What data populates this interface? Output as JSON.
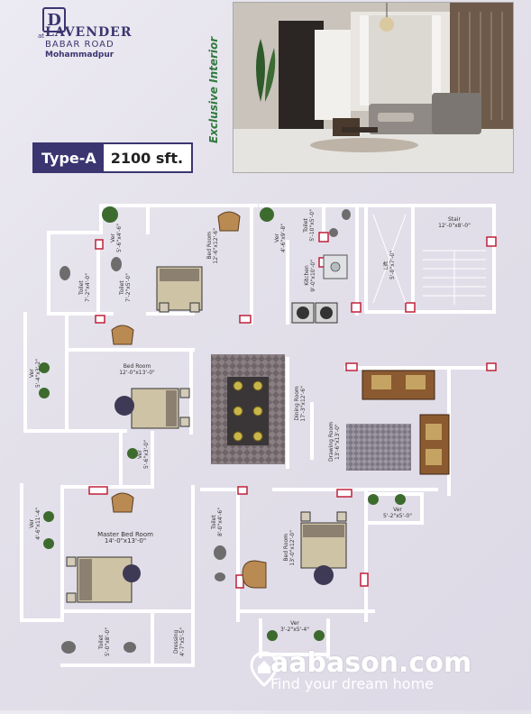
{
  "brand": {
    "logo_letter": "D",
    "name": "LAVENDER",
    "at": "at",
    "road": "BABAR ROAD",
    "area": "Mohammadpur",
    "tagline": "Exclusive Interior"
  },
  "badge": {
    "type": "Type-A",
    "area": "2100 sft."
  },
  "rooms": {
    "ver1": {
      "name": "Ver",
      "size": "5'-6\"x4'-6\""
    },
    "toilet_a": {
      "name": "Toilet",
      "size": "7'-2\"x4'-0\""
    },
    "toilet_b": {
      "name": "Toilet",
      "size": "7'-2\"x5'-0\""
    },
    "bed_top": {
      "name": "Bed Room",
      "size": "12'-6\"x12'-6\""
    },
    "ver2": {
      "name": "Ver",
      "size": "4'-6\"x9'-8\""
    },
    "toilet_c": {
      "name": "Toilet",
      "size": "5'-10\"x5'-0\""
    },
    "kitchen": {
      "name": "Kitchen",
      "size": "9'-0\"x10'-0\""
    },
    "lift": {
      "name": "Lift",
      "size": "5'-0\"x7'-0\""
    },
    "stair": {
      "name": "Stair",
      "size": "12'-0\"x8'-0\""
    },
    "bed_mid": {
      "name": "Bed Room",
      "size": "12'-0\"x13'-0\""
    },
    "ver3": {
      "name": "Ver",
      "size": "5'-4\"x3'-2\""
    },
    "dining": {
      "name": "Dining Room",
      "size": "17'-3\"x12'-6\""
    },
    "drawing": {
      "name": "Drawing Room",
      "size": "13'-6\"x13'-0\""
    },
    "ver4": {
      "name": "Ver",
      "size": "5'-6\"x3'-0\""
    },
    "master": {
      "name": "Master Bed Room",
      "size": "14'-0\"x13'-0\""
    },
    "ver5": {
      "name": "Ver",
      "size": "4'-6\"x11'-4\""
    },
    "toilet_d": {
      "name": "Toilet",
      "size": "8'-0\"x4'-6\""
    },
    "toilet_e": {
      "name": "Toilet",
      "size": "5'-0\"x8'-0\""
    },
    "dressing": {
      "name": "Dressing",
      "size": "4'-7\"x5'-5\""
    },
    "bed_right": {
      "name": "Bed Room",
      "size": "13'-0\"x12'-0\""
    },
    "ver6": {
      "name": "Ver",
      "size": "3'-2\"x5'-4\""
    },
    "ver7": {
      "name": "Ver",
      "size": "5'-2\"x5'-0\""
    }
  },
  "watermark": {
    "site": "aabason.com",
    "slogan": "Find your dream home"
  },
  "colors": {
    "brand": "#3b3570",
    "wall": "#ffffff",
    "column": "#c0203a",
    "green": "#2f7a3e"
  }
}
